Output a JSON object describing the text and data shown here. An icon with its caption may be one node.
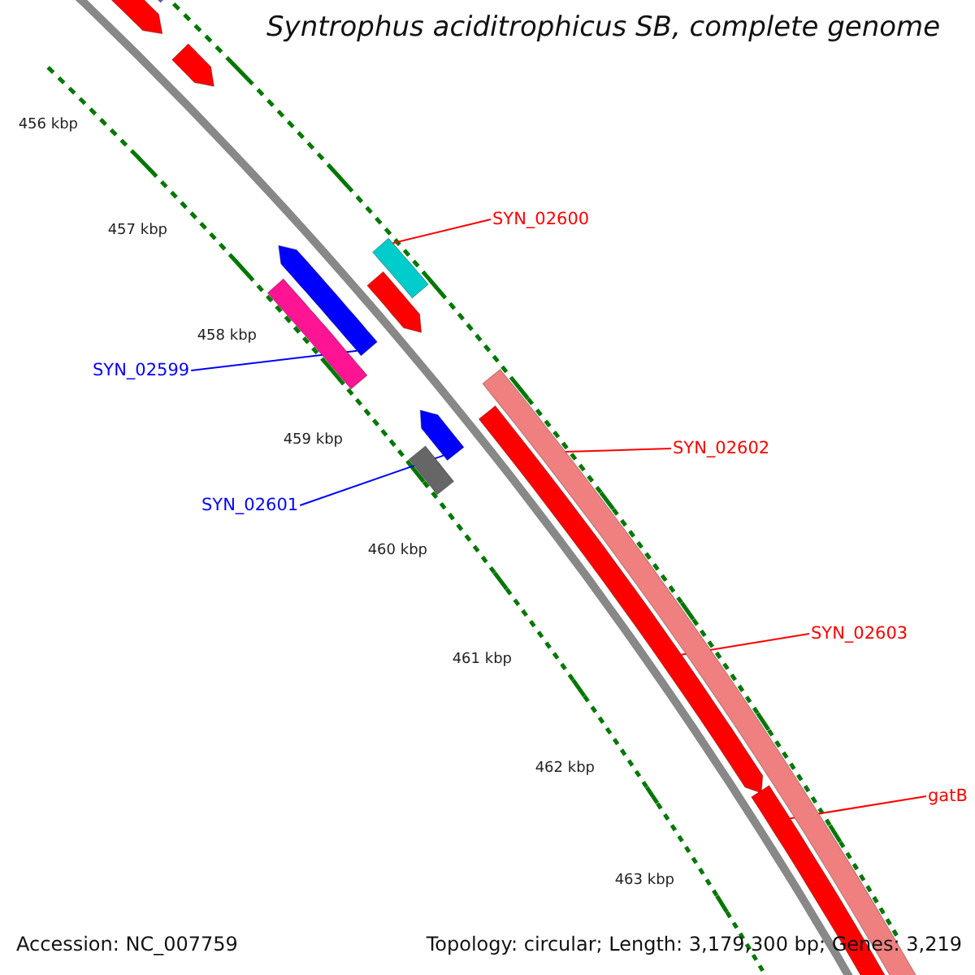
{
  "diagram": {
    "title": "Syntrophus aciditrophicus SB, complete genome",
    "nodes": [
      {
        "text": [
          "SYN_02600"
        ]
      },
      {
        "text": [],
        "shape": "bar"
      },
      {
        "text": [
          "SYN_02599"
        ]
      },
      {
        "text": [],
        "shape": "bar"
      },
      {
        "text": [
          "SYN_02601"
        ]
      },
      {
        "text": [],
        "shape": "bar"
      },
      {
        "text": [
          "SYN_02602"
        ]
      },
      {
        "text": [],
        "shape": "bar"
      },
      {
        "text": [
          "SYN_02603"
        ]
      },
      {
        "text": [],
        "shape": "bar"
      },
      {
        "text": [
          "gatB"
        ]
      },
      {
        "text": [],
        "shape": "bar"
      }
    ],
    "edges": [
      {
        "from": 0,
        "to": 1,
        "arrow": "none"
      },
      {
        "from": 2,
        "to": 3,
        "arrow": "none",
        "color": "#0000ff"
      },
      {
        "from": 4,
        "to": 5,
        "arrow": "none",
        "color": "#0000ff"
      },
      {
        "from": 6,
        "to": 7,
        "arrow": "none"
      },
      {
        "from": 8,
        "to": 9,
        "arrow": "none"
      },
      {
        "from": 10,
        "to": 11,
        "arrow": "none"
      }
    ],
    "labels": [
      "456 kbp",
      "457 kbp",
      "458 kbp",
      "459 kbp",
      "460 kbp",
      "461 kbp",
      "462 kbp",
      "463 kbp",
      "Accession: NC_007759",
      "Topology: circular; Length: 3,179,300 bp; Genes: 3,219"
    ]
  }
}
